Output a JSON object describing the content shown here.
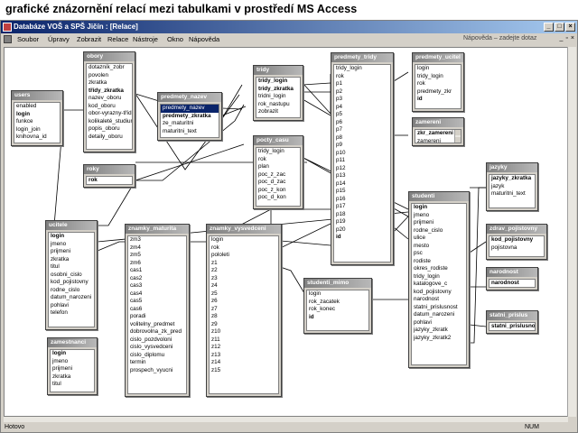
{
  "slide_title": "grafické znázornění relací mezi tabulkami v prostředí MS Access",
  "window": {
    "title": "Databáze VOŠ a SPŠ Jičín : [Relace]",
    "menu": [
      "Soubor",
      "Úpravy",
      "Zobrazit",
      "Relace",
      "Nástroje",
      "Okno",
      "Nápověda"
    ],
    "help_placeholder": "Nápověda – zadejte dotaz",
    "status_left": "Hotovo",
    "status_right": "NUM"
  },
  "tables": [
    {
      "name": "users",
      "fields": [
        "enabled",
        "login",
        "funkce",
        "login_join",
        "knihovna_id"
      ],
      "keys": [
        "login"
      ]
    },
    {
      "name": "obory",
      "fields": [
        "dotazník_zobr",
        "povolen",
        "zkratka",
        "třídy_zkratka",
        "nazev_oboru",
        "kod_oboru",
        "obor-vyrazny-tříd",
        "kolikaleté_studium",
        "popis_oboru",
        "detaily_oboru"
      ],
      "keys": [
        "třídy_zkratka"
      ]
    },
    {
      "name": "predmety_nazev",
      "fields": [
        "predmety_nazev",
        "predmety_zkratka",
        "ze_maturitni",
        "maturitni_text"
      ],
      "keys": [
        "predmety_zkratka"
      ],
      "selected": [
        "predmety_nazev"
      ]
    },
    {
      "name": "tridy",
      "fields": [
        "tridy_login",
        "tridy_zkratka",
        "tridni_login",
        "rok_nastupu",
        "zobrazit"
      ],
      "keys": [
        "tridy_login",
        "tridy_zkratka"
      ]
    },
    {
      "name": "predmety_tridy",
      "fields": [
        "tridy_login",
        "rok",
        "p1",
        "p2",
        "p3",
        "p4",
        "p5",
        "p6",
        "p7",
        "p8",
        "p9",
        "p10",
        "p11",
        "p12",
        "p13",
        "p14",
        "p15",
        "p16",
        "p17",
        "p18",
        "p19",
        "p20",
        "id"
      ],
      "keys": [
        "id"
      ]
    },
    {
      "name": "predmety_ucitel",
      "fields": [
        "login",
        "tridy_login",
        "rok",
        "predmety_zkr",
        "id"
      ],
      "keys": [
        "id"
      ]
    },
    {
      "name": "zamereni",
      "fields": [
        "zkr_zamereni",
        "zamereni"
      ],
      "keys": [
        "zkr_zamereni"
      ]
    },
    {
      "name": "pocty_casu",
      "fields": [
        "tridy_login",
        "rok",
        "plan",
        "poc_z_zac",
        "poc_d_zac",
        "poc_z_kon",
        "poc_d_kon"
      ],
      "keys": []
    },
    {
      "name": "roky",
      "fields": [
        "rok"
      ],
      "keys": [
        "rok"
      ]
    },
    {
      "name": "ucitele",
      "fields": [
        "login",
        "jmeno",
        "prijmeni",
        "zkratka",
        "titul",
        "osobni_cislo",
        "kod_pojistovny",
        "rodne_cislo",
        "datum_narozeni",
        "pohlavi",
        "telefon"
      ],
      "keys": [
        "login"
      ]
    },
    {
      "name": "znamky_maturita",
      "fields": [
        "zm3",
        "zm4",
        "zm5",
        "zm6",
        "cas1",
        "cas2",
        "cas3",
        "cas4",
        "cas5",
        "cas6",
        "poradi",
        "volitelny_predmet",
        "dobrovolna_zk_pred",
        "cislo_pozdvoloni",
        "cislo_vysvedceni",
        "cislo_diplomu",
        "termin",
        "prospech_vyucni"
      ],
      "keys": []
    },
    {
      "name": "znamky_vysvedceni",
      "fields": [
        "login",
        "rok",
        "pololeti",
        "z1",
        "z2",
        "z3",
        "z4",
        "z5",
        "z6",
        "z7",
        "z8",
        "z9",
        "z10",
        "z11",
        "z12",
        "z13",
        "z14",
        "z15"
      ],
      "keys": []
    },
    {
      "name": "studenti_mimo",
      "fields": [
        "login",
        "rok_zacatek",
        "rok_konec",
        "id"
      ],
      "keys": [
        "id"
      ]
    },
    {
      "name": "studenti",
      "fields": [
        "login",
        "jmeno",
        "prijmeni",
        "rodne_cislo",
        "ulice",
        "mesto",
        "psc",
        "rodiste",
        "okres_rodiste",
        "tridy_login",
        "katalogove_c",
        "kod_pojistovny",
        "narodnost",
        "statni_prislusnost",
        "datum_narozeni",
        "pohlavi",
        "jazyky_zkratk",
        "jazyky_zkratk2"
      ],
      "keys": [
        "login"
      ]
    },
    {
      "name": "jazyky",
      "fields": [
        "jazyky_zkratka",
        "jazyk",
        "maturitni_text"
      ],
      "keys": [
        "jazyky_zkratka"
      ]
    },
    {
      "name": "zdrav_pojistovny",
      "fields": [
        "kod_pojistovny",
        "pojistovna"
      ],
      "keys": [
        "kod_pojistovny"
      ]
    },
    {
      "name": "narodnost",
      "fields": [
        "narodnost"
      ],
      "keys": [
        "narodnost"
      ]
    },
    {
      "name": "statni_prislus",
      "fields": [
        "statni_prislusnost"
      ],
      "keys": [
        "statni_prislusnost"
      ]
    },
    {
      "name": "zamestnanci",
      "fields": [
        "login",
        "jmeno",
        "prijmeni",
        "zkratka",
        "titul"
      ],
      "keys": [
        "login"
      ]
    }
  ]
}
